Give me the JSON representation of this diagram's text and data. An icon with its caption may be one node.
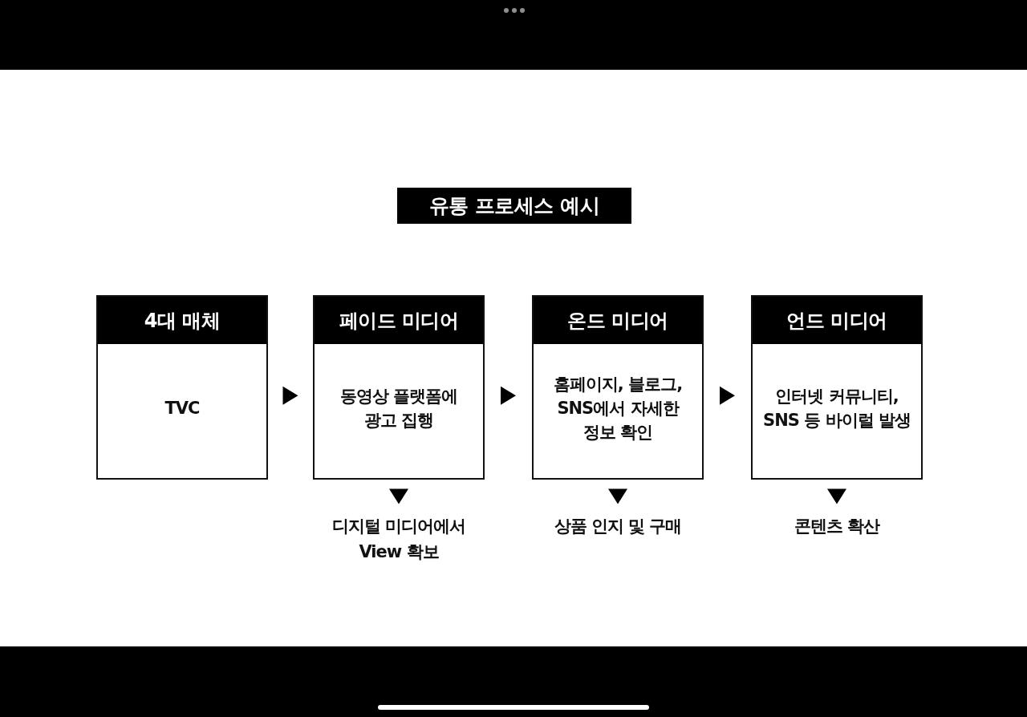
{
  "diagram": {
    "title": "유통 프로세스 예시",
    "nodes": [
      {
        "text": [
          "4대 매체",
          "TVC"
        ]
      },
      {
        "text": [
          "페이드 미디어",
          "동영상 플랫폼에 광고 집행"
        ]
      },
      {
        "text": [
          "온드 미디어",
          "홈페이지, 블로그, SNS에서 자세한 정보 확인"
        ]
      },
      {
        "text": [
          "언드 미디어",
          "인터넷 커뮤니티, SNS 등 바이럴 발생"
        ]
      },
      {
        "text": [
          "디지털 미디어에서 View 확보"
        ]
      },
      {
        "text": [
          "상품 인지 및 구매"
        ]
      },
      {
        "text": [
          "콘텐츠 확산"
        ]
      }
    ],
    "edges": [
      {
        "from": 0,
        "to": 1,
        "arrow": "to"
      },
      {
        "from": 1,
        "to": 2,
        "arrow": "to"
      },
      {
        "from": 2,
        "to": 3,
        "arrow": "to"
      },
      {
        "from": 1,
        "to": 4,
        "arrow": "to"
      },
      {
        "from": 2,
        "to": 5,
        "arrow": "to"
      },
      {
        "from": 3,
        "to": 6,
        "arrow": "to"
      }
    ]
  }
}
